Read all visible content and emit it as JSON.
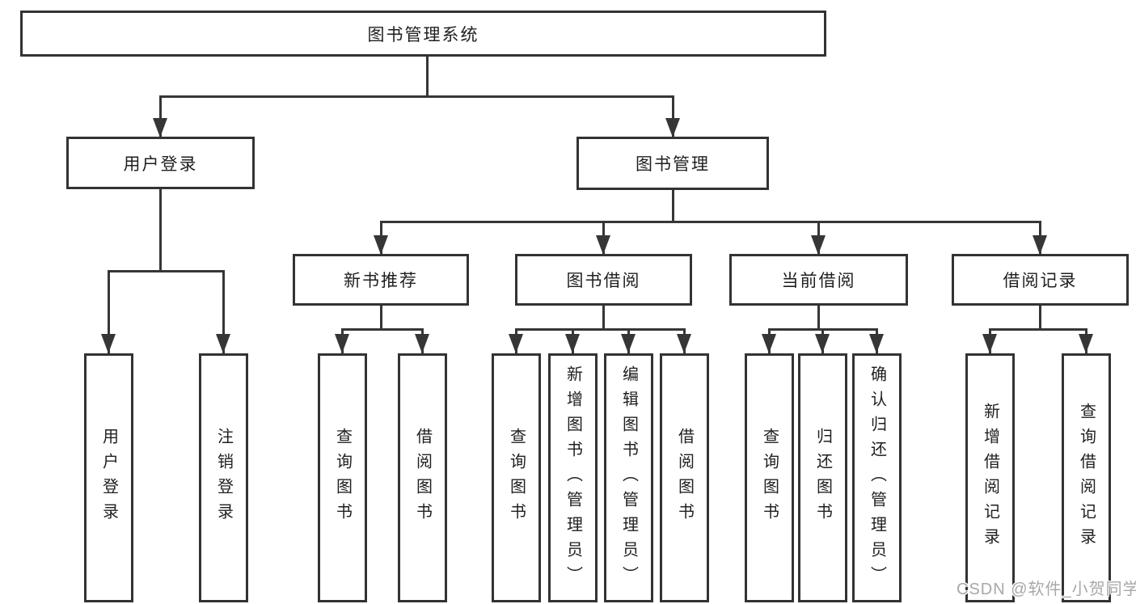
{
  "tree": {
    "label": "图书管理系统",
    "children": [
      {
        "label": "用户登录",
        "children": [
          {
            "label": "用户登录"
          },
          {
            "label": "注销登录"
          }
        ]
      },
      {
        "label": "图书管理",
        "children": [
          {
            "label": "新书推荐",
            "children": [
              {
                "label": "查询图书"
              },
              {
                "label": "借阅图书"
              }
            ]
          },
          {
            "label": "图书借阅",
            "children": [
              {
                "label": "查询图书"
              },
              {
                "label": "新增图书（管理员）"
              },
              {
                "label": "编辑图书（管理员）"
              },
              {
                "label": "借阅图书"
              }
            ]
          },
          {
            "label": "当前借阅",
            "children": [
              {
                "label": "查询图书"
              },
              {
                "label": "归还图书"
              },
              {
                "label": "确认归还（管理员）"
              }
            ]
          },
          {
            "label": "借阅记录",
            "children": [
              {
                "label": "新增借阅记录"
              },
              {
                "label": "查询借阅记录"
              }
            ]
          }
        ]
      }
    ]
  },
  "watermark": {
    "text": "CSDN @软件_小贺同学"
  },
  "colors": {
    "line": "#363636",
    "box_border": "#333333",
    "text": "#1f1f1f",
    "watermark": "#a8a8a8",
    "background": "#ffffff"
  }
}
